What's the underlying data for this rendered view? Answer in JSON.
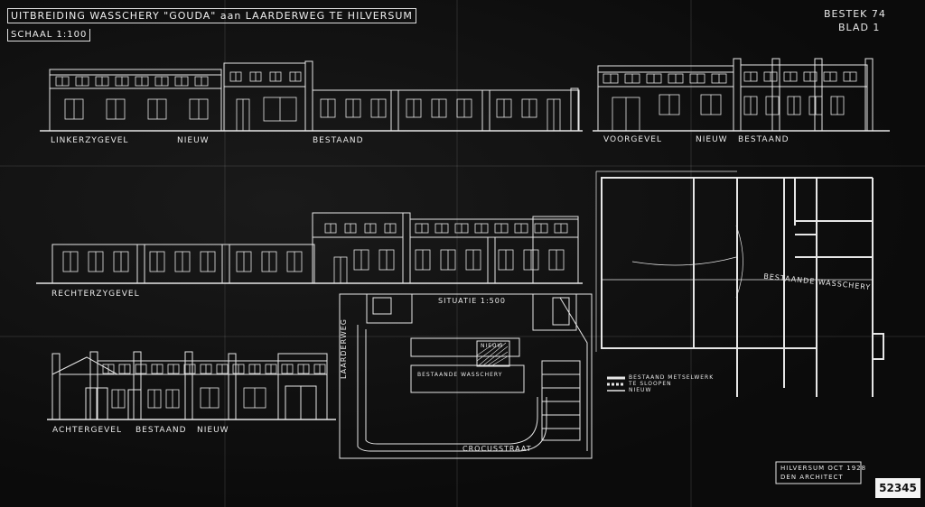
{
  "title": {
    "line1": "UITBREIDING WASSCHERY \"GOUDA\" aan LAARDERWEG TE HILVERSUM",
    "line2": "SCHAAL 1:100"
  },
  "sheet_ref": {
    "bestek": "BESTEK 74",
    "blad": "BLAD 1"
  },
  "elevations": {
    "linkerzijgevel": "LINKERZYGEVEL",
    "nieuw_1": "NIEUW",
    "bestaand_1": "BESTAAND",
    "voorgevel": "VOORGEVEL",
    "nieuw_2": "NIEUW",
    "bestaand_2": "BESTAAND",
    "rechterzijgevel": "RECHTERZYGEVEL",
    "achtergevel": "ACHTERGEVEL",
    "bestaand_3": "BESTAAND",
    "nieuw_3": "NIEUW"
  },
  "site_plan": {
    "title": "SITUATIE 1:500",
    "laarderweg": "LAARDERWEG",
    "crocusstraat": "CROCUSSTRAAT",
    "bestaande_wasschery": "BESTAANDE WASSCHERY",
    "nieuw": "NIEUW"
  },
  "floor_plan": {
    "bestaande_wasschery": "BESTAANDE WASSCHERY"
  },
  "legend": {
    "item1": "BESTAAND METSELWERK",
    "item2": "TE SLOOPEN",
    "item3": "NIEUW"
  },
  "signature_box": {
    "line1": "HILVERSUM OCT 1928",
    "line2": "DEN ARCHITECT"
  },
  "stamp_number": "52345",
  "colors": {
    "background": "#0d0d0d",
    "line": "#e6e6e6"
  }
}
